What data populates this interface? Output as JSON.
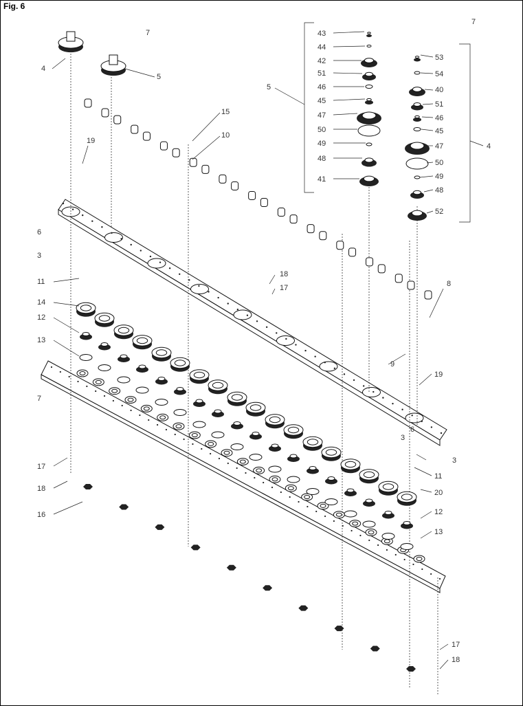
{
  "figure": {
    "label": "Fig. 6"
  },
  "callouts": [
    {
      "id": "c7a",
      "text": "7"
    },
    {
      "id": "c7b",
      "text": "7"
    },
    {
      "id": "c4a",
      "text": "4"
    },
    {
      "id": "c5a",
      "text": "5"
    },
    {
      "id": "c15",
      "text": "15"
    },
    {
      "id": "c10",
      "text": "10"
    },
    {
      "id": "c19a",
      "text": "19"
    },
    {
      "id": "c43",
      "text": "43"
    },
    {
      "id": "c44",
      "text": "44"
    },
    {
      "id": "c42",
      "text": "42"
    },
    {
      "id": "c51a",
      "text": "51"
    },
    {
      "id": "c46a",
      "text": "46"
    },
    {
      "id": "c45a",
      "text": "45"
    },
    {
      "id": "c47a",
      "text": "47"
    },
    {
      "id": "c50a",
      "text": "50"
    },
    {
      "id": "c49a",
      "text": "49"
    },
    {
      "id": "c48a",
      "text": "48"
    },
    {
      "id": "c41",
      "text": "41"
    },
    {
      "id": "c5b",
      "text": "5"
    },
    {
      "id": "c53",
      "text": "53"
    },
    {
      "id": "c54",
      "text": "54"
    },
    {
      "id": "c40",
      "text": "40"
    },
    {
      "id": "c51b",
      "text": "51"
    },
    {
      "id": "c46b",
      "text": "46"
    },
    {
      "id": "c45b",
      "text": "45"
    },
    {
      "id": "c47b",
      "text": "47"
    },
    {
      "id": "c4b",
      "text": "4"
    },
    {
      "id": "c50b",
      "text": "50"
    },
    {
      "id": "c49b",
      "text": "49"
    },
    {
      "id": "c48b",
      "text": "48"
    },
    {
      "id": "c52",
      "text": "52"
    },
    {
      "id": "c6a",
      "text": "6"
    },
    {
      "id": "c3a",
      "text": "3"
    },
    {
      "id": "c11a",
      "text": "11"
    },
    {
      "id": "c14",
      "text": "14"
    },
    {
      "id": "c12a",
      "text": "12"
    },
    {
      "id": "c13a",
      "text": "13"
    },
    {
      "id": "c18a",
      "text": "18"
    },
    {
      "id": "c17a",
      "text": "17"
    },
    {
      "id": "c8",
      "text": "8"
    },
    {
      "id": "c9",
      "text": "9"
    },
    {
      "id": "c19b",
      "text": "19"
    },
    {
      "id": "c7c",
      "text": "7"
    },
    {
      "id": "c3b",
      "text": "3"
    },
    {
      "id": "c6b",
      "text": "6"
    },
    {
      "id": "c3c",
      "text": "3"
    },
    {
      "id": "c11b",
      "text": "11"
    },
    {
      "id": "c17b",
      "text": "17"
    },
    {
      "id": "c20",
      "text": "20"
    },
    {
      "id": "c18b",
      "text": "18"
    },
    {
      "id": "c12b",
      "text": "12"
    },
    {
      "id": "c16",
      "text": "16"
    },
    {
      "id": "c13b",
      "text": "13"
    },
    {
      "id": "c17c",
      "text": "17"
    },
    {
      "id": "c18c",
      "text": "18"
    }
  ]
}
